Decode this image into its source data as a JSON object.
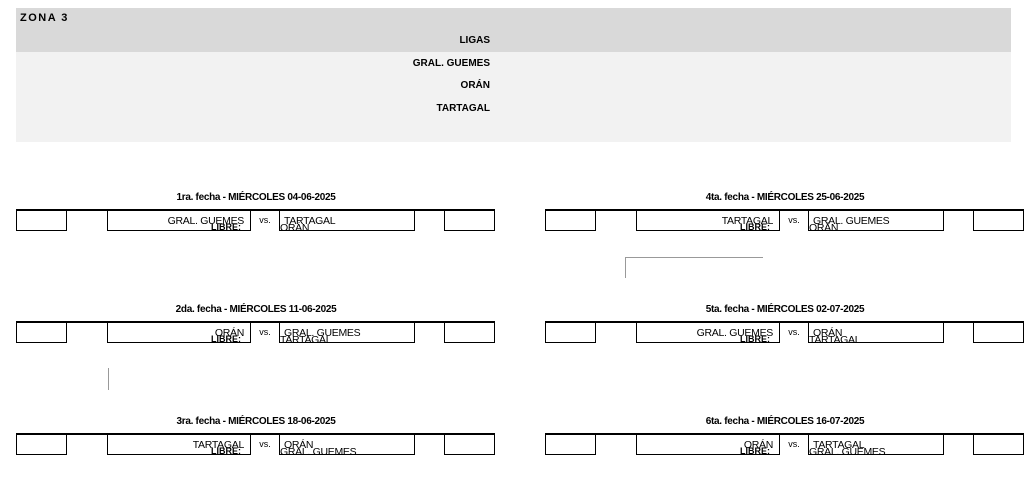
{
  "zona": {
    "title": "ZONA  3"
  },
  "ligas": {
    "heading": "LIGAS",
    "items": [
      "GRAL. GUEMES",
      "ORÁN",
      "TARTAGAL"
    ]
  },
  "vs_label": "vs.",
  "libre_label": "LIBRE:",
  "fechas": [
    {
      "title": "1ra. fecha - MIÉRCOLES 04-06-2025",
      "home": "GRAL. GUEMES",
      "away": "TARTAGAL",
      "libre": "ORÁN"
    },
    {
      "title": "2da. fecha - MIÉRCOLES 11-06-2025",
      "home": "ORÁN",
      "away": "GRAL. GUEMES",
      "libre": "TARTAGAL"
    },
    {
      "title": "3ra. fecha - MIÉRCOLES 18-06-2025",
      "home": "TARTAGAL",
      "away": "ORÁN",
      "libre": "GRAL. GUEMES"
    },
    {
      "title": "4ta. fecha - MIÉRCOLES 25-06-2025",
      "home": "TARTAGAL",
      "away": "GRAL. GUEMES",
      "libre": "ORÁN"
    },
    {
      "title": "5ta. fecha - MIÉRCOLES 02-07-2025",
      "home": "GRAL. GUEMES",
      "away": "ORÁN",
      "libre": "TARTAGAL"
    },
    {
      "title": "6ta. fecha - MIÉRCOLES 16-07-2025",
      "home": "ORÁN",
      "away": "TARTAGAL",
      "libre": "GRAL. GUEMES"
    }
  ]
}
